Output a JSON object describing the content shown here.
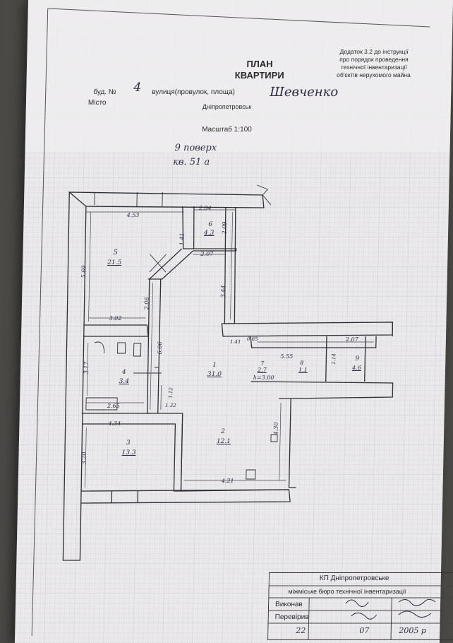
{
  "appendix": {
    "lines": [
      "Додаток 3.2 до інструкції",
      "про порядок проведення",
      "технічної інвентаризації",
      "об'єктів нерухомого майна"
    ]
  },
  "title": {
    "line1": "ПЛАН",
    "line2": "КВАРТИРИ"
  },
  "address": {
    "building_label": "буд. №",
    "building_number": "4",
    "street_label": "вулиця(провулок, площа)",
    "street_value": "Шевченко",
    "city_label": "Місто",
    "city_value": "Дніпропетровськ"
  },
  "scale": "Масштаб 1:100",
  "floor_note": {
    "line1": "9 поверх",
    "line2": "кв. 51 а"
  },
  "rooms": [
    {
      "num": "5",
      "area": "21.5"
    },
    {
      "num": "6",
      "area": "4.3"
    },
    {
      "num": "4",
      "area": "3.4"
    },
    {
      "num": "1",
      "area": "31.0"
    },
    {
      "num": "7",
      "area": "2.7"
    },
    {
      "num": "8",
      "area": "1.1"
    },
    {
      "num": "9",
      "area": "4.6"
    },
    {
      "num": "3",
      "area": "13.3"
    },
    {
      "num": "2",
      "area": "12.1"
    }
  ],
  "dimensions": {
    "d453": "4.53",
    "d569": "5.69",
    "d302": "3.02",
    "d204": "2.04",
    "d209": "2.09",
    "d141": "1.41",
    "d207a": "2.07",
    "d344": "3.44",
    "d206": "2.06",
    "d606": "6.06",
    "d141b": "1.41",
    "d065": "0.65",
    "d555": "5.55",
    "d207b": "2.07",
    "d214": "2.14",
    "d317": "3.17",
    "d265": "2.65",
    "d112": "1.12",
    "d132": "1.32",
    "d434": "4.34",
    "d320": "3.20",
    "d430": "4.30",
    "d421": "4.21"
  },
  "height_note": "h=3.00",
  "stamp": {
    "org1": "КП Дніпропетровське",
    "org2": "міжміське бюро технічної інвентаризації",
    "performed_label": "Виконав",
    "checked_label": "Перевірив",
    "date_day": "22",
    "date_month": "07",
    "date_year": "2005 р"
  }
}
